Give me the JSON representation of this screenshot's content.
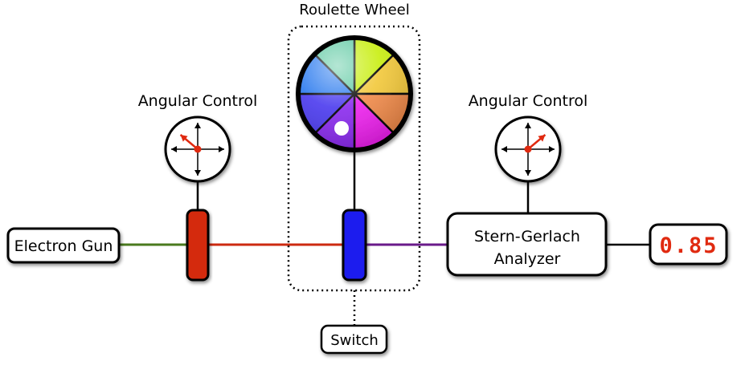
{
  "diagram": {
    "electron_gun": {
      "label": "Electron Gun"
    },
    "angular_control_left": {
      "label": "Angular Control"
    },
    "angular_control_right": {
      "label": "Angular Control"
    },
    "roulette_wheel": {
      "label": "Roulette Wheel"
    },
    "switch": {
      "label": "Switch"
    },
    "analyzer": {
      "line1": "Stern-Gerlach",
      "line2": "Analyzer"
    },
    "readout": {
      "value": "0.85"
    }
  },
  "colors": {
    "beam_gun_to_filter": "#4a7a1e",
    "beam_filter_to_switch": "#cc2a10",
    "beam_switch_to_analyzer": "#6a1a8a",
    "left_filter": "#d42a10",
    "switch_element": "#1a1aee",
    "readout_text": "#e02a10",
    "needle": "#e02a10",
    "wheel_segments": [
      "#c8ee10",
      "#f2c83a",
      "#f08a4a",
      "#ee22ee",
      "#8a2aee",
      "#4a3aee",
      "#2a7aee",
      "#5ac8a0"
    ]
  }
}
